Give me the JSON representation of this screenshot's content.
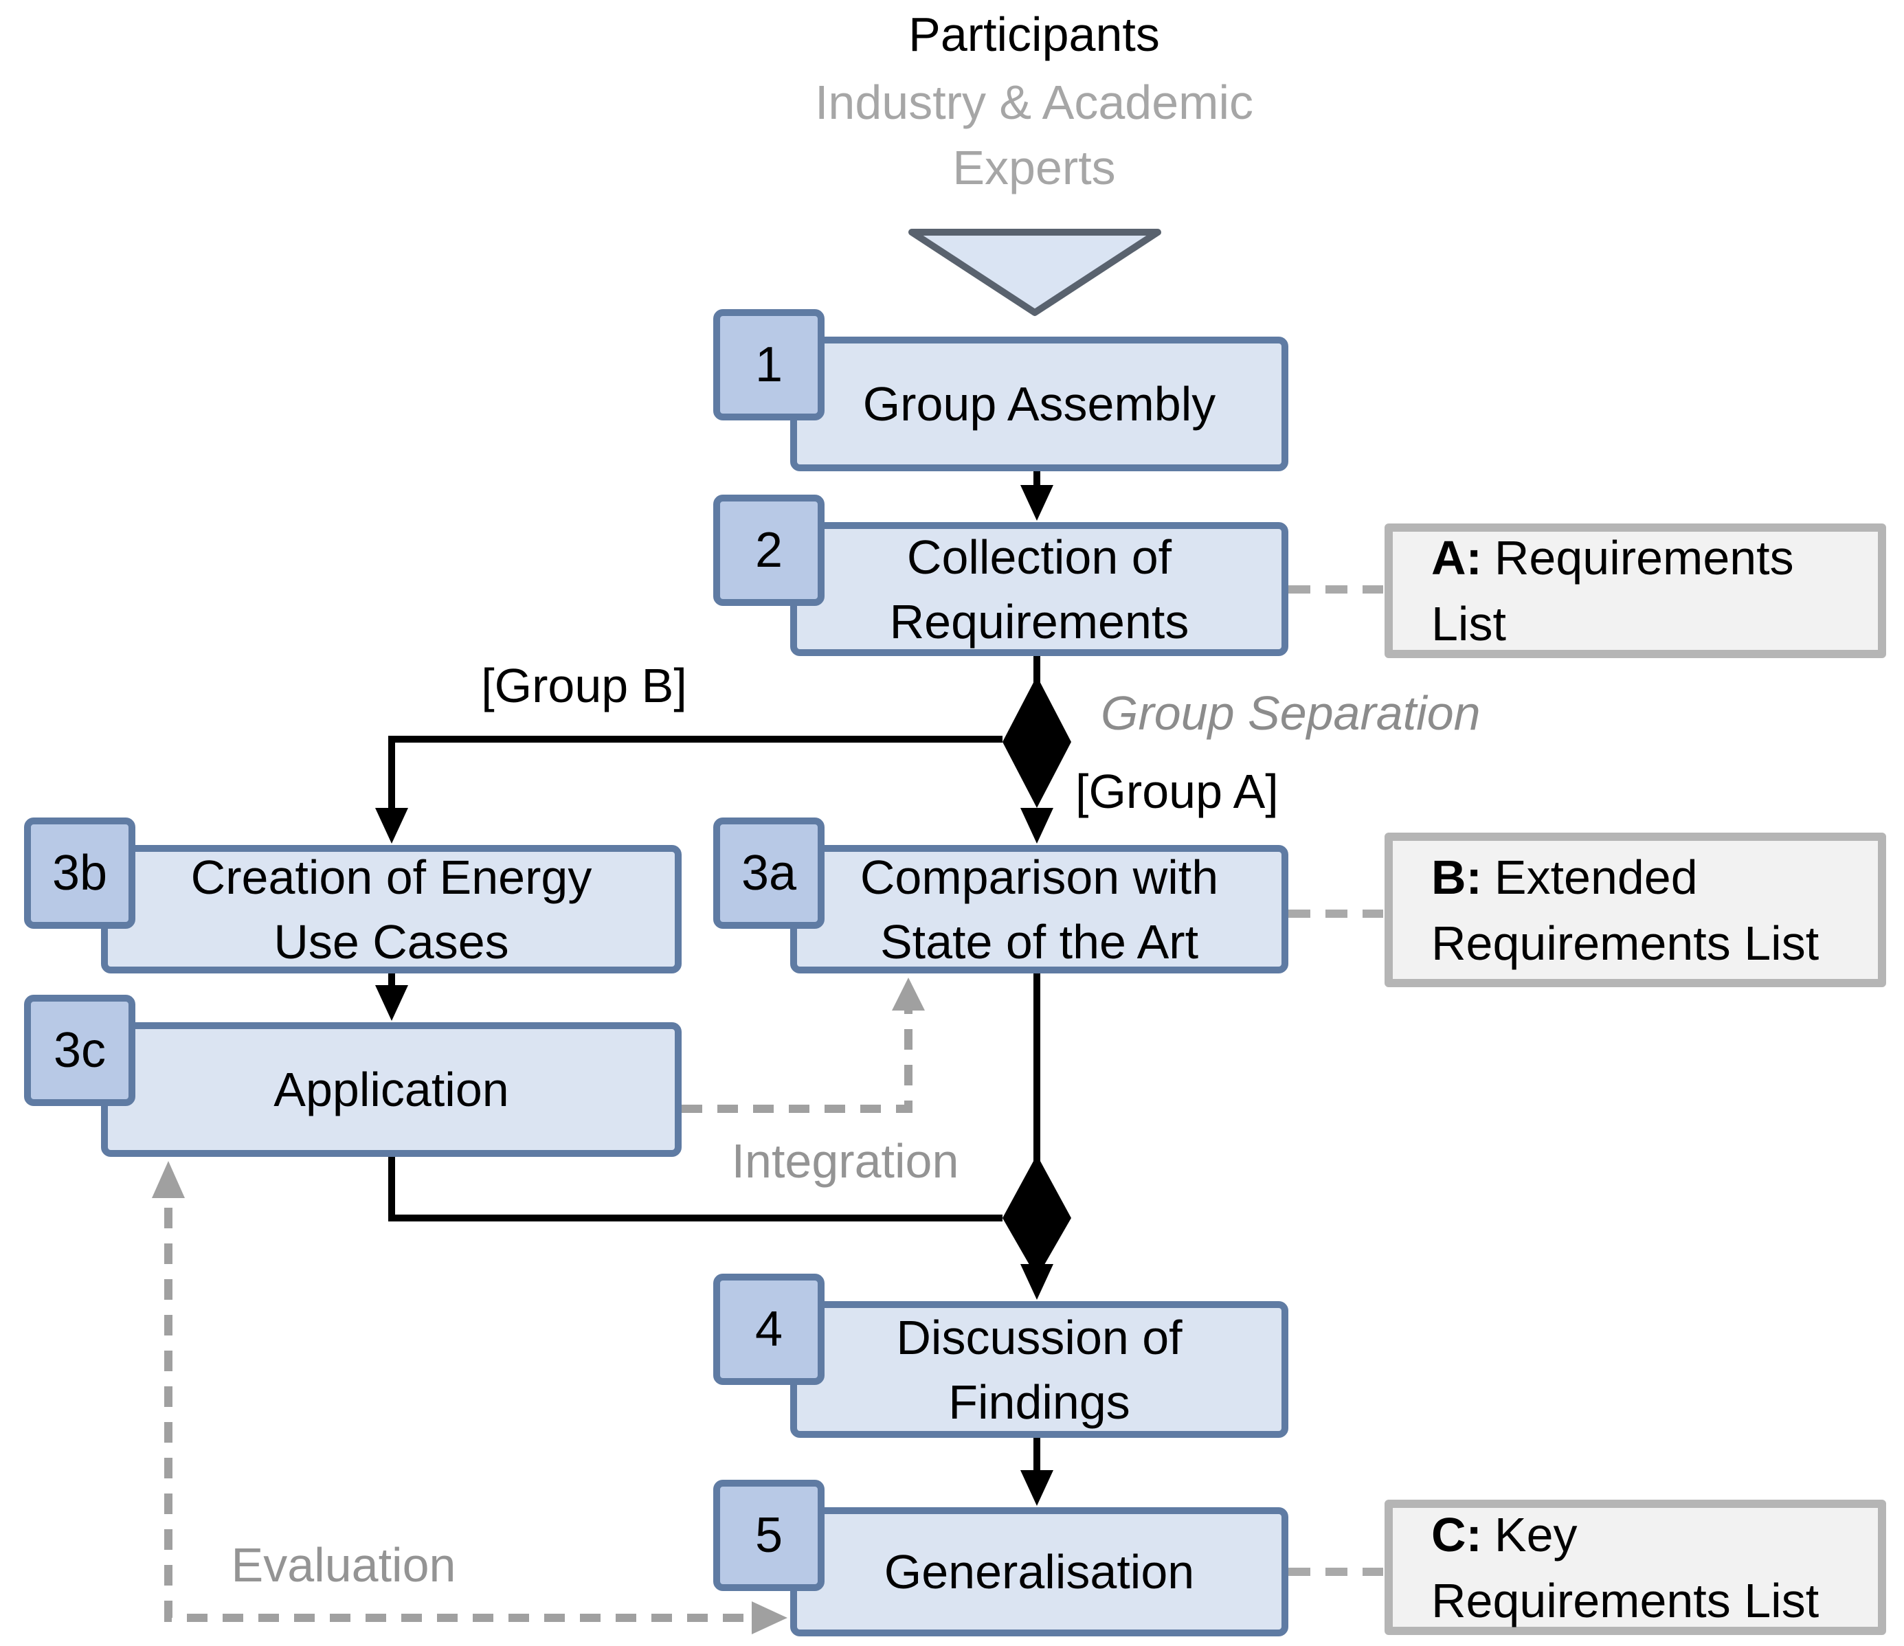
{
  "header": {
    "title": "Participants",
    "subtitle1": "Industry & Academic",
    "subtitle2": "Experts"
  },
  "steps": {
    "s1": {
      "num": "1",
      "label": "Group Assembly"
    },
    "s2": {
      "num": "2",
      "line1": "Collection of",
      "line2": "Requirements"
    },
    "s3a": {
      "num": "3a",
      "line1": "Comparison with",
      "line2": "State of the Art"
    },
    "s3b": {
      "num": "3b",
      "line1": "Creation of Energy",
      "line2": "Use Cases"
    },
    "s3c": {
      "num": "3c",
      "label": "Application"
    },
    "s4": {
      "num": "4",
      "line1": "Discussion of",
      "line2": "Findings"
    },
    "s5": {
      "num": "5",
      "label": "Generalisation"
    }
  },
  "outputs": {
    "a": {
      "prefix": "A:",
      "line1": "Requirements",
      "line2": "List"
    },
    "b": {
      "prefix": "B:",
      "line1": "Extended",
      "line2": "Requirements List"
    },
    "c": {
      "prefix": "C:",
      "line1": "Key",
      "line2": "Requirements List"
    }
  },
  "annotations": {
    "group_b": "[Group B]",
    "group_a": "[Group A]",
    "group_separation": "Group Separation",
    "integration": "Integration",
    "evaluation": "Evaluation"
  },
  "colors": {
    "box_fill": "#dbe4f2",
    "box_border": "#5f7ba3",
    "badge_fill": "#b8c9e6",
    "output_fill": "#f2f2f2",
    "output_border": "#b5b5b5",
    "tri_fill": "#dae4f3",
    "tri_border": "#59626e",
    "flow_black": "#000000",
    "gray_subtitle": "#a6a6a6",
    "gray_italic": "#8c8c8c",
    "gray_label": "#949494",
    "dash_conn": "#a9a9a9",
    "dash_arrow": "#a0a0a0"
  }
}
